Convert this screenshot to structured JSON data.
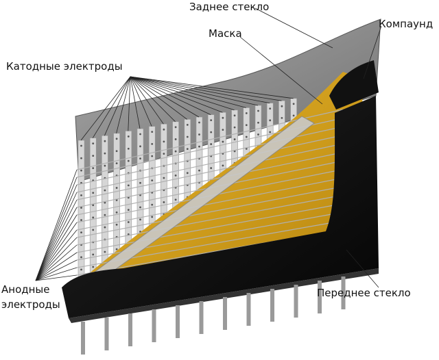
{
  "labels": {
    "back_glass": "Заднее стекло",
    "compound": "Компаунд",
    "mask": "Маска",
    "cathode_electrodes": "Катодные электроды",
    "anode_line1": "Анодные",
    "anode_line2": "электроды",
    "front_glass": "Переднее стекло"
  },
  "colors": {
    "back_glass": "#8c8c8c",
    "compound": "#1a1a1a",
    "mask": "#d9a51c",
    "cathode": "#d6d6d6",
    "anode": "#b0b0b0",
    "front_glass": "#0d0d0d",
    "pins": "#9a9a9a"
  }
}
